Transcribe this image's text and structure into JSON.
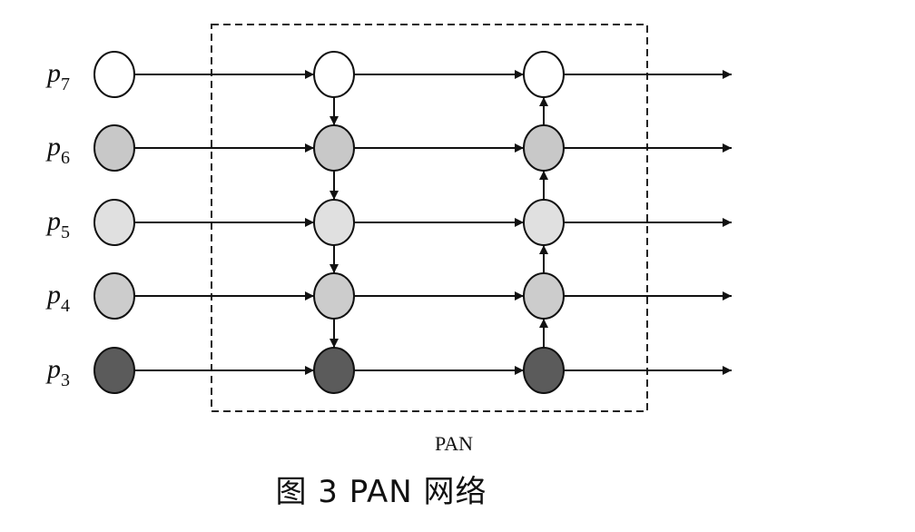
{
  "diagram": {
    "rows": [
      {
        "label": "p",
        "subscript": "7",
        "fill": "#ffffff"
      },
      {
        "label": "p",
        "subscript": "6",
        "fill": "#c8c8c8"
      },
      {
        "label": "p",
        "subscript": "5",
        "fill": "#e0e0e0"
      },
      {
        "label": "p",
        "subscript": "4",
        "fill": "#cccccc"
      },
      {
        "label": "p",
        "subscript": "3",
        "fill": "#5b5b5b"
      }
    ],
    "top_down_arrows": [
      "p7-p6",
      "p6-p5",
      "p5-p4",
      "p4-p3"
    ],
    "bottom_up_arrows": [
      "p3-p4",
      "p4-p5",
      "p5-p6",
      "p6-p7"
    ],
    "box_label": "PAN",
    "colors": {
      "stroke": "#111111",
      "box_border": "#222222"
    }
  },
  "caption": "图 3   PAN 网络"
}
